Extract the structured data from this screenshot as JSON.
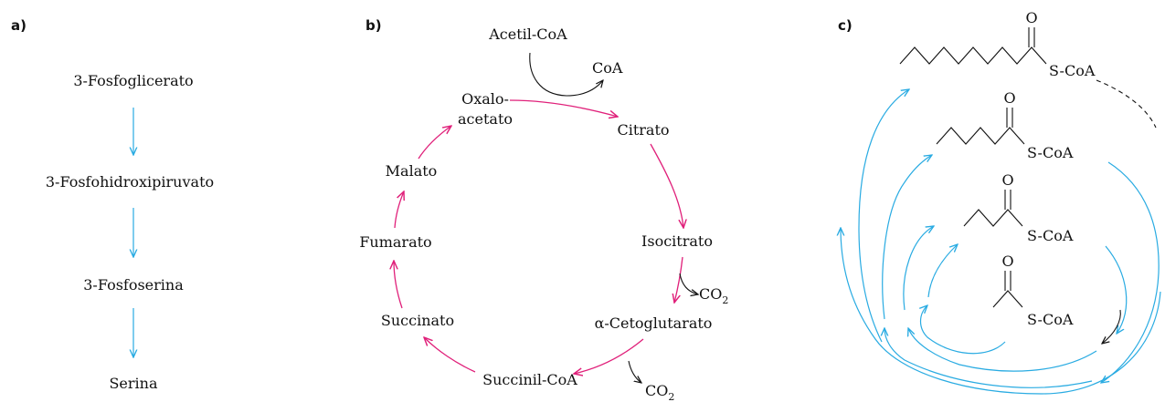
{
  "panels": {
    "a": {
      "label": "a)"
    },
    "b": {
      "label": "b)"
    },
    "c": {
      "label": "c)"
    }
  },
  "pathway_a": {
    "steps": [
      "3-Fosfoglicerato",
      "3-Fosfohidroxipiruvato",
      "3-Fosfoserina",
      "Serina"
    ],
    "arrow_color": "#29abe2"
  },
  "cycle_b": {
    "acetyl_coa": "Acetil-CoA",
    "coa": "CoA",
    "oxalo_line1": "Oxalo-",
    "oxalo_line2": "acetato",
    "citrato": "Citrato",
    "isocitrato": "Isocitrato",
    "co2_1": "CO",
    "co2_1_sub": "2",
    "alpha_ceto": "α-Cetoglutarato",
    "succinil": "Succinil-CoA",
    "co2_2": "CO",
    "co2_2_sub": "2",
    "succinato": "Succinato",
    "fumarato": "Fumarato",
    "malato": "Malato",
    "arrow_color": "#e0207a"
  },
  "spiral_c": {
    "o_labels": [
      "O",
      "O",
      "O",
      "O"
    ],
    "scoa_labels": [
      "S-CoA",
      "S-CoA",
      "S-CoA",
      "S-CoA"
    ],
    "arrow_color": "#29abe2"
  }
}
